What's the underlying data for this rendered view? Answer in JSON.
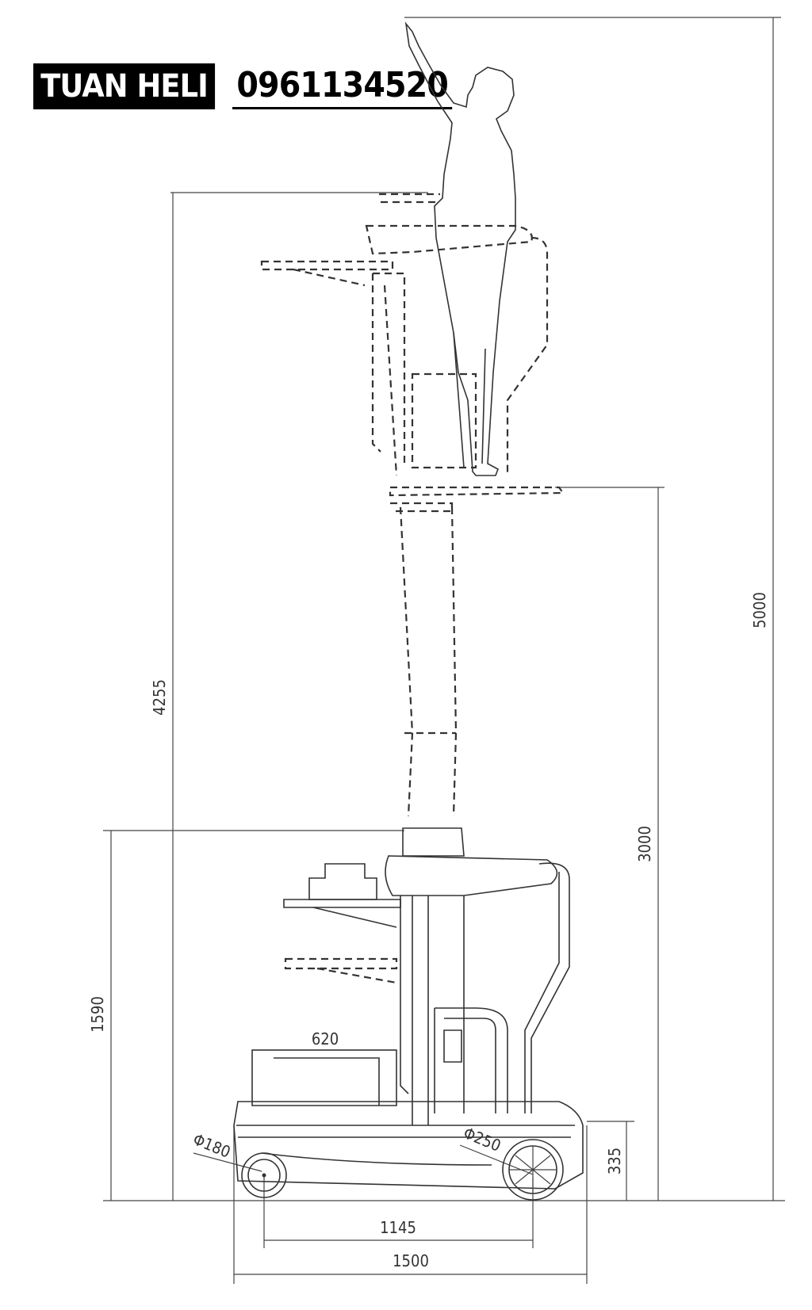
{
  "brand": {
    "name": "TUAN HELI",
    "phone": "0961134520"
  },
  "dimensions": {
    "overall_height": "5000",
    "raised_handrail_height": "4255",
    "platform_height": "3000",
    "lowered_height": "1590",
    "chassis_height": "335",
    "tray_width": "620",
    "wheelbase": "1145",
    "overall_length": "1500",
    "front_wheel_diameter": "Φ180",
    "rear_wheel_diameter": "Φ250"
  }
}
